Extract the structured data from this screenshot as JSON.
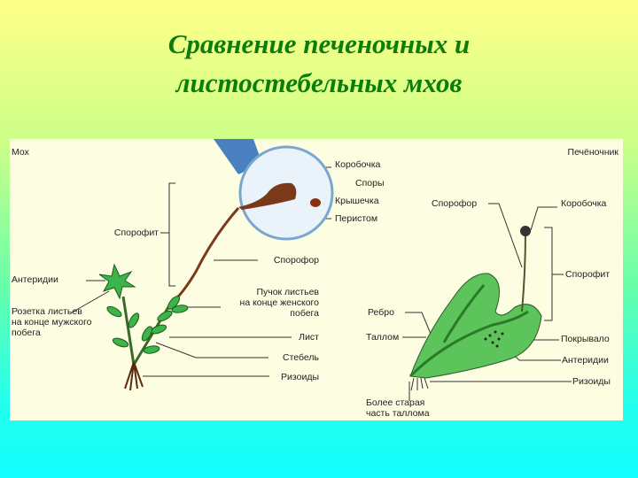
{
  "title": {
    "line1": "Сравнение печеночных и",
    "line2": "листостебельных мхов"
  },
  "moss": {
    "heading": "Мох",
    "labels": {
      "capsule": "Коробочка",
      "spores": "Споры",
      "lid": "Крышечка",
      "peristome": "Перистом",
      "sporophyte": "Спорофит",
      "sporophore": "Спорофор",
      "antheridia": "Антеридии",
      "rosette1": "Розетка листьев",
      "rosette2": "на конце мужского",
      "rosette3": "побега",
      "tuft1": "Пучок листьев",
      "tuft2": "на конце женского",
      "tuft3": "побега",
      "leaf": "Лист",
      "stem": "Стебель",
      "rhizoids": "Ризоиды"
    }
  },
  "liverwort": {
    "heading": "Печёночник",
    "labels": {
      "sporophore": "Спорофор",
      "capsule": "Коробочка",
      "sporophyte": "Спорофит",
      "rib": "Ребро",
      "thallus": "Таллом",
      "cover": "Покрывало",
      "antheridia": "Антеридии",
      "rhizoids": "Ризоиды",
      "old1": "Более старая",
      "old2": "часть таллома"
    }
  }
}
